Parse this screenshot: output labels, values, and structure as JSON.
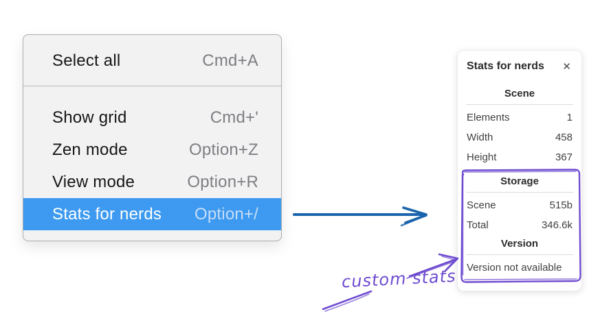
{
  "theme": {
    "highlight": "#3d9af0",
    "arrow_blue": "#1b64ad",
    "annotation_purple": "#6e4bd0"
  },
  "context_menu": {
    "sections": [
      {
        "items": [
          {
            "label": "Select all",
            "shortcut": "Cmd+A",
            "highlighted": false
          }
        ]
      },
      {
        "items": [
          {
            "label": "Show grid",
            "shortcut": "Cmd+'",
            "highlighted": false
          },
          {
            "label": "Zen mode",
            "shortcut": "Option+Z",
            "highlighted": false
          },
          {
            "label": "View mode",
            "shortcut": "Option+R",
            "highlighted": false
          },
          {
            "label": "Stats for nerds",
            "shortcut": "Option+/",
            "highlighted": true
          }
        ]
      }
    ]
  },
  "stats_panel": {
    "title": "Stats for nerds",
    "close_icon": "✕",
    "sections": [
      {
        "heading": "Scene",
        "rows": [
          [
            "Elements",
            "1"
          ],
          [
            "Width",
            "458"
          ],
          [
            "Height",
            "367"
          ]
        ]
      },
      {
        "heading": "Storage",
        "rows": [
          [
            "Scene",
            "515b"
          ],
          [
            "Total",
            "346.6k"
          ]
        ]
      },
      {
        "heading": "Version",
        "note": "Version not available"
      }
    ]
  },
  "annotation": {
    "label": "custom stats"
  }
}
